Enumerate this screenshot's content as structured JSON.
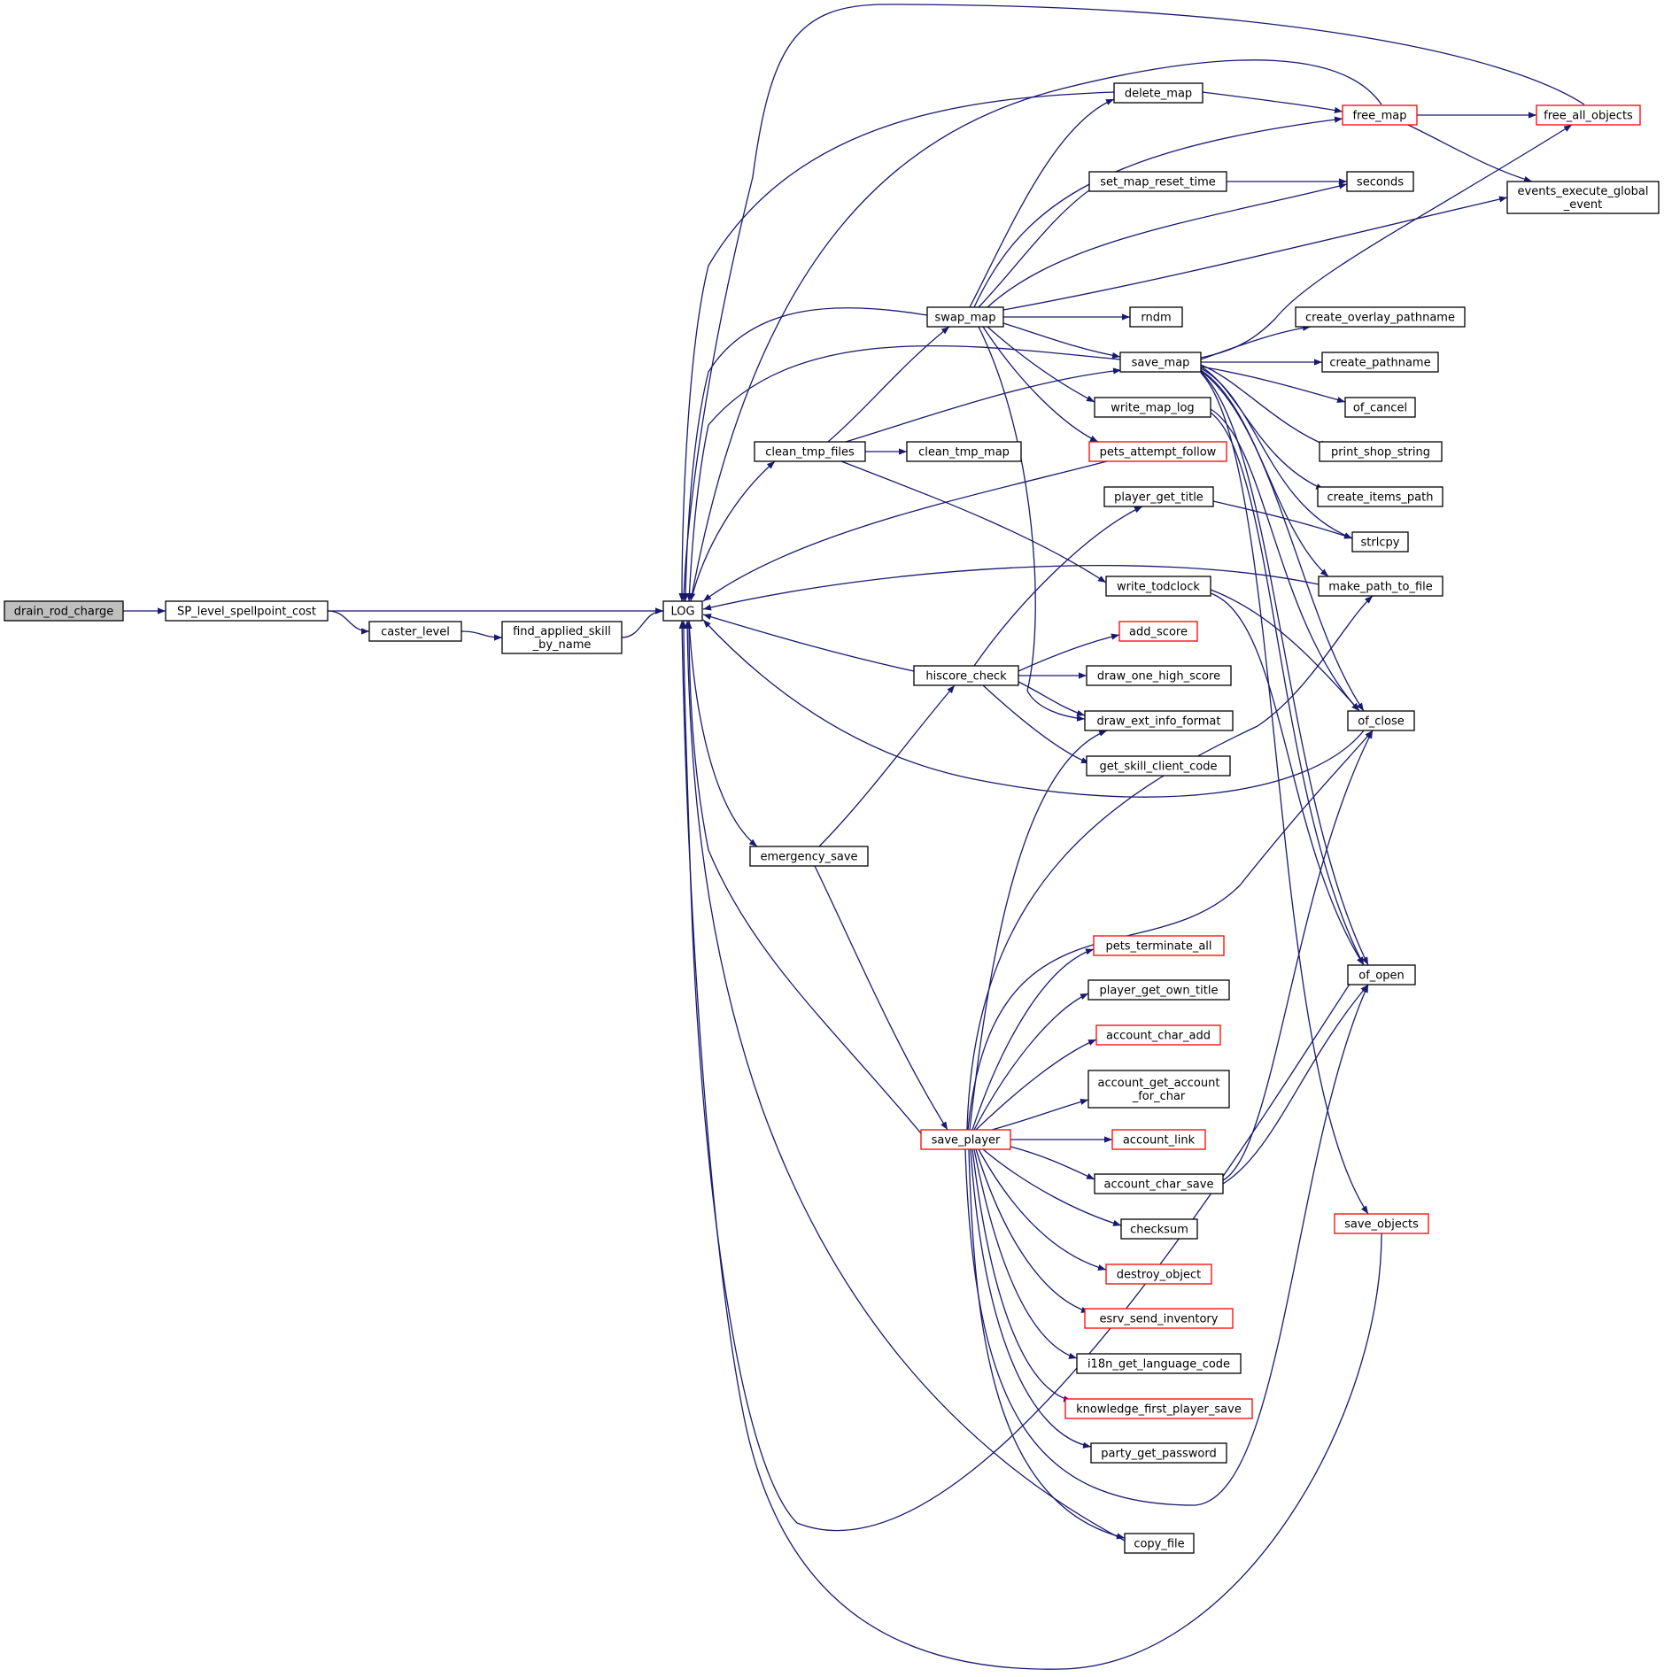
{
  "colors": {
    "edge": "#191970",
    "border_default": "#000000",
    "border_truncated": "#ff0000",
    "focus_fill": "#bfbfbf",
    "node_fill": "#ffffff"
  },
  "nodes": {
    "drain_rod_charge": {
      "lines": [
        "drain_rod_charge"
      ],
      "kind": "focus"
    },
    "SP_level_spellpoint_cost": {
      "lines": [
        "SP_level_spellpoint_cost"
      ],
      "kind": "normal"
    },
    "caster_level": {
      "lines": [
        "caster_level"
      ],
      "kind": "normal"
    },
    "find_applied_skill_by_name": {
      "lines": [
        "find_applied_skill",
        "_by_name"
      ],
      "kind": "normal"
    },
    "LOG": {
      "lines": [
        "LOG"
      ],
      "kind": "normal"
    },
    "swap_map": {
      "lines": [
        "swap_map"
      ],
      "kind": "normal"
    },
    "clean_tmp_files": {
      "lines": [
        "clean_tmp_files"
      ],
      "kind": "normal"
    },
    "clean_tmp_map": {
      "lines": [
        "clean_tmp_map"
      ],
      "kind": "normal"
    },
    "hiscore_check": {
      "lines": [
        "hiscore_check"
      ],
      "kind": "normal"
    },
    "emergency_save": {
      "lines": [
        "emergency_save"
      ],
      "kind": "normal"
    },
    "save_player": {
      "lines": [
        "save_player"
      ],
      "kind": "truncated"
    },
    "delete_map": {
      "lines": [
        "delete_map"
      ],
      "kind": "normal"
    },
    "set_map_reset_time": {
      "lines": [
        "set_map_reset_time"
      ],
      "kind": "normal"
    },
    "rndm": {
      "lines": [
        "rndm"
      ],
      "kind": "normal"
    },
    "save_map": {
      "lines": [
        "save_map"
      ],
      "kind": "normal"
    },
    "write_map_log": {
      "lines": [
        "write_map_log"
      ],
      "kind": "normal"
    },
    "pets_attempt_follow": {
      "lines": [
        "pets_attempt_follow"
      ],
      "kind": "truncated"
    },
    "player_get_title": {
      "lines": [
        "player_get_title"
      ],
      "kind": "normal"
    },
    "write_todclock": {
      "lines": [
        "write_todclock"
      ],
      "kind": "normal"
    },
    "add_score": {
      "lines": [
        "add_score"
      ],
      "kind": "truncated"
    },
    "draw_one_high_score": {
      "lines": [
        "draw_one_high_score"
      ],
      "kind": "normal"
    },
    "draw_ext_info_format": {
      "lines": [
        "draw_ext_info_format"
      ],
      "kind": "normal"
    },
    "get_skill_client_code": {
      "lines": [
        "get_skill_client_code"
      ],
      "kind": "normal"
    },
    "pets_terminate_all": {
      "lines": [
        "pets_terminate_all"
      ],
      "kind": "truncated"
    },
    "player_get_own_title": {
      "lines": [
        "player_get_own_title"
      ],
      "kind": "normal"
    },
    "account_char_add": {
      "lines": [
        "account_char_add"
      ],
      "kind": "truncated"
    },
    "account_get_account_for_char": {
      "lines": [
        "account_get_account",
        "_for_char"
      ],
      "kind": "normal"
    },
    "account_link": {
      "lines": [
        "account_link"
      ],
      "kind": "truncated"
    },
    "account_char_save": {
      "lines": [
        "account_char_save"
      ],
      "kind": "normal"
    },
    "checksum": {
      "lines": [
        "checksum"
      ],
      "kind": "normal"
    },
    "destroy_object": {
      "lines": [
        "destroy_object"
      ],
      "kind": "truncated"
    },
    "esrv_send_inventory": {
      "lines": [
        "esrv_send_inventory"
      ],
      "kind": "truncated"
    },
    "i18n_get_language_code": {
      "lines": [
        "i18n_get_language_code"
      ],
      "kind": "normal"
    },
    "knowledge_first_player_save": {
      "lines": [
        "knowledge_first_player_save"
      ],
      "kind": "truncated"
    },
    "party_get_password": {
      "lines": [
        "party_get_password"
      ],
      "kind": "normal"
    },
    "copy_file": {
      "lines": [
        "copy_file"
      ],
      "kind": "normal"
    },
    "free_map": {
      "lines": [
        "free_map"
      ],
      "kind": "truncated"
    },
    "free_all_objects": {
      "lines": [
        "free_all_objects"
      ],
      "kind": "truncated"
    },
    "events_execute_global_event": {
      "lines": [
        "events_execute_global",
        "_event"
      ],
      "kind": "normal"
    },
    "seconds": {
      "lines": [
        "seconds"
      ],
      "kind": "normal"
    },
    "create_overlay_pathname": {
      "lines": [
        "create_overlay_pathname"
      ],
      "kind": "normal"
    },
    "create_pathname": {
      "lines": [
        "create_pathname"
      ],
      "kind": "normal"
    },
    "of_cancel": {
      "lines": [
        "of_cancel"
      ],
      "kind": "normal"
    },
    "print_shop_string": {
      "lines": [
        "print_shop_string"
      ],
      "kind": "normal"
    },
    "create_items_path": {
      "lines": [
        "create_items_path"
      ],
      "kind": "normal"
    },
    "strlcpy": {
      "lines": [
        "strlcpy"
      ],
      "kind": "normal"
    },
    "make_path_to_file": {
      "lines": [
        "make_path_to_file"
      ],
      "kind": "normal"
    },
    "of_close": {
      "lines": [
        "of_close"
      ],
      "kind": "normal"
    },
    "of_open": {
      "lines": [
        "of_open"
      ],
      "kind": "normal"
    },
    "save_objects": {
      "lines": [
        "save_objects"
      ],
      "kind": "truncated"
    }
  },
  "edges": [
    [
      "drain_rod_charge",
      "SP_level_spellpoint_cost"
    ],
    [
      "SP_level_spellpoint_cost",
      "LOG"
    ],
    [
      "SP_level_spellpoint_cost",
      "caster_level"
    ],
    [
      "caster_level",
      "find_applied_skill_by_name"
    ],
    [
      "find_applied_skill_by_name",
      "LOG"
    ],
    [
      "LOG",
      "clean_tmp_files"
    ],
    [
      "LOG",
      "emergency_save"
    ],
    [
      "swap_map",
      "LOG"
    ],
    [
      "save_map",
      "LOG"
    ],
    [
      "pets_attempt_follow",
      "LOG"
    ],
    [
      "make_path_to_file",
      "LOG"
    ],
    [
      "hiscore_check",
      "LOG"
    ],
    [
      "of_close",
      "LOG"
    ],
    [
      "delete_map",
      "LOG"
    ],
    [
      "free_map",
      "LOG"
    ],
    [
      "free_all_objects",
      "LOG"
    ],
    [
      "save_player",
      "LOG"
    ],
    [
      "copy_file",
      "LOG"
    ],
    [
      "of_open",
      "LOG"
    ],
    [
      "save_objects",
      "LOG"
    ],
    [
      "clean_tmp_files",
      "swap_map"
    ],
    [
      "clean_tmp_files",
      "clean_tmp_map"
    ],
    [
      "clean_tmp_files",
      "save_map"
    ],
    [
      "clean_tmp_files",
      "write_todclock"
    ],
    [
      "emergency_save",
      "hiscore_check"
    ],
    [
      "emergency_save",
      "save_player"
    ],
    [
      "swap_map",
      "delete_map"
    ],
    [
      "swap_map",
      "free_map"
    ],
    [
      "swap_map",
      "set_map_reset_time"
    ],
    [
      "swap_map",
      "seconds"
    ],
    [
      "swap_map",
      "events_execute_global_event"
    ],
    [
      "swap_map",
      "rndm"
    ],
    [
      "swap_map",
      "save_map"
    ],
    [
      "swap_map",
      "write_map_log"
    ],
    [
      "swap_map",
      "pets_attempt_follow"
    ],
    [
      "swap_map",
      "draw_ext_info_format"
    ],
    [
      "delete_map",
      "free_map"
    ],
    [
      "free_map",
      "free_all_objects"
    ],
    [
      "free_map",
      "events_execute_global_event"
    ],
    [
      "set_map_reset_time",
      "seconds"
    ],
    [
      "save_map",
      "free_all_objects"
    ],
    [
      "save_map",
      "create_overlay_pathname"
    ],
    [
      "save_map",
      "create_pathname"
    ],
    [
      "save_map",
      "of_cancel"
    ],
    [
      "save_map",
      "print_shop_string"
    ],
    [
      "save_map",
      "create_items_path"
    ],
    [
      "save_map",
      "strlcpy"
    ],
    [
      "save_map",
      "make_path_to_file"
    ],
    [
      "save_map",
      "of_close"
    ],
    [
      "save_map",
      "of_open"
    ],
    [
      "save_map",
      "save_objects"
    ],
    [
      "write_map_log",
      "of_close"
    ],
    [
      "write_map_log",
      "of_open"
    ],
    [
      "player_get_title",
      "strlcpy"
    ],
    [
      "write_todclock",
      "of_close"
    ],
    [
      "write_todclock",
      "of_open"
    ],
    [
      "hiscore_check",
      "player_get_title"
    ],
    [
      "hiscore_check",
      "add_score"
    ],
    [
      "hiscore_check",
      "draw_one_high_score"
    ],
    [
      "hiscore_check",
      "draw_ext_info_format"
    ],
    [
      "hiscore_check",
      "get_skill_client_code"
    ],
    [
      "save_player",
      "draw_ext_info_format"
    ],
    [
      "save_player",
      "make_path_to_file"
    ],
    [
      "save_player",
      "of_close"
    ],
    [
      "save_player",
      "pets_terminate_all"
    ],
    [
      "save_player",
      "player_get_own_title"
    ],
    [
      "save_player",
      "account_char_add"
    ],
    [
      "save_player",
      "account_get_account_for_char"
    ],
    [
      "save_player",
      "account_link"
    ],
    [
      "save_player",
      "account_char_save"
    ],
    [
      "save_player",
      "checksum"
    ],
    [
      "save_player",
      "destroy_object"
    ],
    [
      "save_player",
      "esrv_send_inventory"
    ],
    [
      "save_player",
      "i18n_get_language_code"
    ],
    [
      "save_player",
      "knowledge_first_player_save"
    ],
    [
      "save_player",
      "party_get_password"
    ],
    [
      "save_player",
      "copy_file"
    ],
    [
      "save_player",
      "of_open"
    ],
    [
      "account_char_save",
      "of_close"
    ],
    [
      "account_char_save",
      "of_open"
    ]
  ]
}
